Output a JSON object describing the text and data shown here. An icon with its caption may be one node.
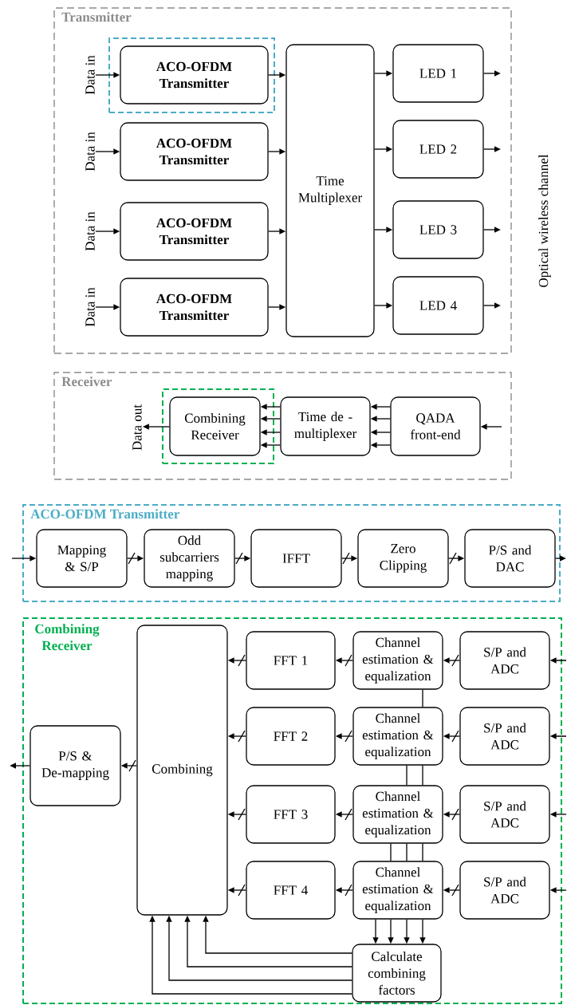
{
  "diagram": {
    "nodes": [
      {
        "text": [
          "Transmitter"
        ]
      },
      {
        "text": [],
        "shape": "box",
        "in": 0
      },
      {
        "text": [
          "Data in"
        ],
        "in": 0
      },
      {
        "text": [
          "ACO-OFDM Transmitter"
        ],
        "in": 1
      },
      {
        "text": [
          "Time Multiplexer"
        ],
        "in": 0
      },
      {
        "text": [
          "LED 1"
        ],
        "in": 0
      },
      {
        "text": [
          "Data in"
        ],
        "in": 0
      },
      {
        "text": [
          "ACO-OFDM Transmitter"
        ],
        "in": 0
      },
      {
        "text": [
          "LED 2"
        ],
        "in": 0
      },
      {
        "text": [
          "Data in"
        ],
        "in": 0
      },
      {
        "text": [
          "ACO-OFDM Transmitter"
        ],
        "in": 0
      },
      {
        "text": [
          "LED 3"
        ],
        "in": 0
      },
      {
        "text": [
          "Data in"
        ],
        "in": 0
      },
      {
        "text": [
          "ACO-OFDM Transmitter"
        ],
        "in": 0
      },
      {
        "text": [
          "LED 4"
        ],
        "in": 0
      },
      {
        "text": [
          "Receiver"
        ]
      },
      {
        "text": [],
        "shape": "box",
        "in": 15
      },
      {
        "text": [
          "Combining Receiver"
        ],
        "in": 16
      },
      {
        "text": [
          "Time de - multiplexer"
        ],
        "in": 15
      },
      {
        "text": [
          "QADA front-end"
        ],
        "in": 15
      },
      {
        "text": [
          "Data out"
        ],
        "in": 15
      },
      {
        "text": [
          "ACO-OFDM Transmitter"
        ]
      },
      {
        "text": [
          "Mapping & S/P"
        ],
        "in": 21
      },
      {
        "text": [
          "Odd subcarriers mapping"
        ],
        "in": 21
      },
      {
        "text": [
          "IFFT"
        ],
        "in": 21
      },
      {
        "text": [
          "Zero Clipping"
        ],
        "in": 21
      },
      {
        "text": [
          "P/S and DAC"
        ],
        "in": 21
      },
      {
        "text": [
          "Combining Receiver"
        ]
      },
      {
        "text": [
          "P/S & De-mapping"
        ],
        "in": 27
      },
      {
        "text": [
          "Combining"
        ],
        "in": 27
      },
      {
        "text": [
          "FFT 1"
        ],
        "in": 27
      },
      {
        "text": [
          "Channel estimation & equalization"
        ],
        "in": 27
      },
      {
        "text": [
          "S/P and ADC"
        ],
        "in": 27
      },
      {
        "text": [
          "FFT 2"
        ],
        "in": 27
      },
      {
        "text": [
          "Channel estimation & equalization"
        ],
        "in": 27
      },
      {
        "text": [
          "S/P and ADC"
        ],
        "in": 27
      },
      {
        "text": [
          "FFT 3"
        ],
        "in": 27
      },
      {
        "text": [
          "Channel estimation & equalization"
        ],
        "in": 27
      },
      {
        "text": [
          "S/P and ADC"
        ],
        "in": 27
      },
      {
        "text": [
          "FFT 4"
        ],
        "in": 27
      },
      {
        "text": [
          "Channel estimation & equalization"
        ],
        "in": 27
      },
      {
        "text": [
          "S/P and ADC"
        ],
        "in": 27
      },
      {
        "text": [
          "Calculate combining factors"
        ],
        "in": 27
      }
    ],
    "edges": [
      {
        "from": 2,
        "to": 3,
        "arrow": "to"
      },
      {
        "from": 3,
        "to": 4,
        "arrow": "to"
      },
      {
        "from": 4,
        "to": 5,
        "arrow": "to"
      },
      {
        "from": 5,
        "to": null,
        "arrow": "to"
      },
      {
        "from": 6,
        "to": 7,
        "arrow": "to"
      },
      {
        "from": 7,
        "to": 4,
        "arrow": "to"
      },
      {
        "from": 4,
        "to": 8,
        "arrow": "to"
      },
      {
        "from": 8,
        "to": null,
        "arrow": "to"
      },
      {
        "from": 9,
        "to": 10,
        "arrow": "to"
      },
      {
        "from": 10,
        "to": 4,
        "arrow": "to"
      },
      {
        "from": 4,
        "to": 11,
        "arrow": "to"
      },
      {
        "from": 11,
        "to": null,
        "arrow": "to"
      },
      {
        "from": 12,
        "to": 13,
        "arrow": "to"
      },
      {
        "from": 13,
        "to": 4,
        "arrow": "to"
      },
      {
        "from": 4,
        "to": 14,
        "arrow": "to"
      },
      {
        "from": 14,
        "to": null,
        "arrow": "to"
      },
      {
        "from": null,
        "to": 19,
        "arrow": "to"
      },
      {
        "from": 19,
        "to": 18,
        "arrow": "to"
      },
      {
        "from": 19,
        "to": 18,
        "arrow": "to"
      },
      {
        "from": 19,
        "to": 18,
        "arrow": "to"
      },
      {
        "from": 19,
        "to": 18,
        "arrow": "to"
      },
      {
        "from": 18,
        "to": 17,
        "arrow": "to"
      },
      {
        "from": 18,
        "to": 17,
        "arrow": "to"
      },
      {
        "from": 18,
        "to": 17,
        "arrow": "to"
      },
      {
        "from": 18,
        "to": 17,
        "arrow": "to"
      },
      {
        "from": 17,
        "to": 20,
        "arrow": "to"
      },
      {
        "from": null,
        "to": 22,
        "arrow": "to"
      },
      {
        "from": 22,
        "to": 23,
        "arrow": "to"
      },
      {
        "from": 23,
        "to": 24,
        "arrow": "to"
      },
      {
        "from": 24,
        "to": 25,
        "arrow": "to"
      },
      {
        "from": 25,
        "to": 26,
        "arrow": "to"
      },
      {
        "from": 26,
        "to": null,
        "arrow": "to"
      },
      {
        "from": null,
        "to": 32,
        "arrow": "to"
      },
      {
        "from": 32,
        "to": 31,
        "arrow": "to"
      },
      {
        "from": 31,
        "to": 30,
        "arrow": "to"
      },
      {
        "from": 30,
        "to": 29,
        "arrow": "to"
      },
      {
        "from": null,
        "to": 35,
        "arrow": "to"
      },
      {
        "from": 35,
        "to": 34,
        "arrow": "to"
      },
      {
        "from": 34,
        "to": 33,
        "arrow": "to"
      },
      {
        "from": 33,
        "to": 29,
        "arrow": "to"
      },
      {
        "from": null,
        "to": 38,
        "arrow": "to"
      },
      {
        "from": 38,
        "to": 37,
        "arrow": "to"
      },
      {
        "from": 37,
        "to": 36,
        "arrow": "to"
      },
      {
        "from": 36,
        "to": 29,
        "arrow": "to"
      },
      {
        "from": null,
        "to": 41,
        "arrow": "to"
      },
      {
        "from": 41,
        "to": 40,
        "arrow": "to"
      },
      {
        "from": 40,
        "to": 39,
        "arrow": "to"
      },
      {
        "from": 39,
        "to": 29,
        "arrow": "to"
      },
      {
        "from": 29,
        "to": 28,
        "arrow": "to"
      },
      {
        "from": 28,
        "to": null,
        "arrow": "to"
      },
      {
        "from": 31,
        "to": 34,
        "arrow": "none"
      },
      {
        "from": 34,
        "to": 37,
        "arrow": "none"
      },
      {
        "from": 34,
        "to": 37,
        "arrow": "none"
      },
      {
        "from": 37,
        "to": 40,
        "arrow": "none"
      },
      {
        "from": 37,
        "to": 40,
        "arrow": "none"
      },
      {
        "from": 37,
        "to": 40,
        "arrow": "none"
      },
      {
        "from": 40,
        "to": 42,
        "arrow": "to"
      },
      {
        "from": 40,
        "to": 42,
        "arrow": "to"
      },
      {
        "from": 40,
        "to": 42,
        "arrow": "to"
      },
      {
        "from": 40,
        "to": 42,
        "arrow": "to"
      },
      {
        "from": 42,
        "to": 29,
        "arrow": "to"
      },
      {
        "from": 42,
        "to": 29,
        "arrow": "to"
      },
      {
        "from": 42,
        "to": 29,
        "arrow": "to"
      },
      {
        "from": 42,
        "to": 29,
        "arrow": "to"
      }
    ],
    "labels": [
      "Optical wireless channel"
    ]
  }
}
